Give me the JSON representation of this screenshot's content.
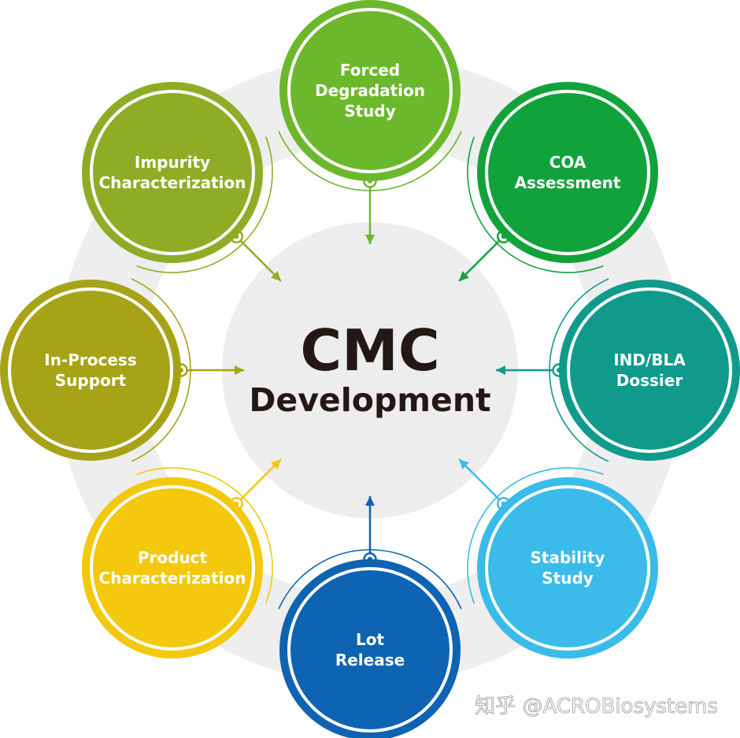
{
  "center": {
    "title": "CMC",
    "subtitle": "Development"
  },
  "nodes": [
    {
      "id": "forced-degradation",
      "lines": [
        "Forced",
        "Degradation",
        "Study"
      ],
      "color": "#6cb82c"
    },
    {
      "id": "coa-assessment",
      "lines": [
        "COA",
        "Assessment"
      ],
      "color": "#12a23c"
    },
    {
      "id": "ind-bla-dossier",
      "lines": [
        "IND/BLA",
        "Dossier"
      ],
      "color": "#0f9a8c"
    },
    {
      "id": "stability-study",
      "lines": [
        "Stability",
        "Study"
      ],
      "color": "#3bbbe9"
    },
    {
      "id": "lot-release",
      "lines": [
        "Lot",
        "Release"
      ],
      "color": "#0e63b2"
    },
    {
      "id": "product-characterization",
      "lines": [
        "Product",
        "Characterization"
      ],
      "color": "#f3c80d"
    },
    {
      "id": "in-process-support",
      "lines": [
        "In-Process",
        "Support"
      ],
      "color": "#a7a316"
    },
    {
      "id": "impurity-characterization",
      "lines": [
        "Impurity",
        "Characterization"
      ],
      "color": "#8fac27"
    }
  ],
  "watermark": "知乎 @ACROBiosystems"
}
